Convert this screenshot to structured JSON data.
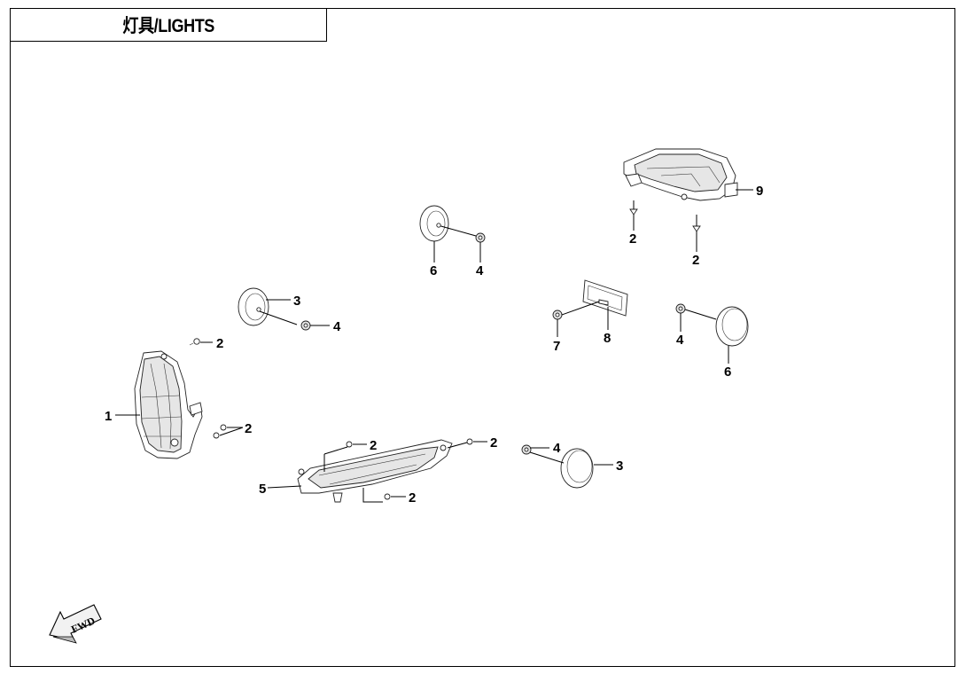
{
  "title": "灯具/LIGHTS",
  "fwd_label": "FWD",
  "callouts": {
    "c1": "1",
    "c2a": "2",
    "c2b": "2",
    "c2c": "2",
    "c2d": "2",
    "c2e": "2",
    "c2f": "2",
    "c2g": "2",
    "c3a": "3",
    "c3b": "3",
    "c4a": "4",
    "c4b": "4",
    "c4c": "4",
    "c4d": "4",
    "c5": "5",
    "c6a": "6",
    "c6b": "6",
    "c7": "7",
    "c8": "8",
    "c9": "9"
  }
}
